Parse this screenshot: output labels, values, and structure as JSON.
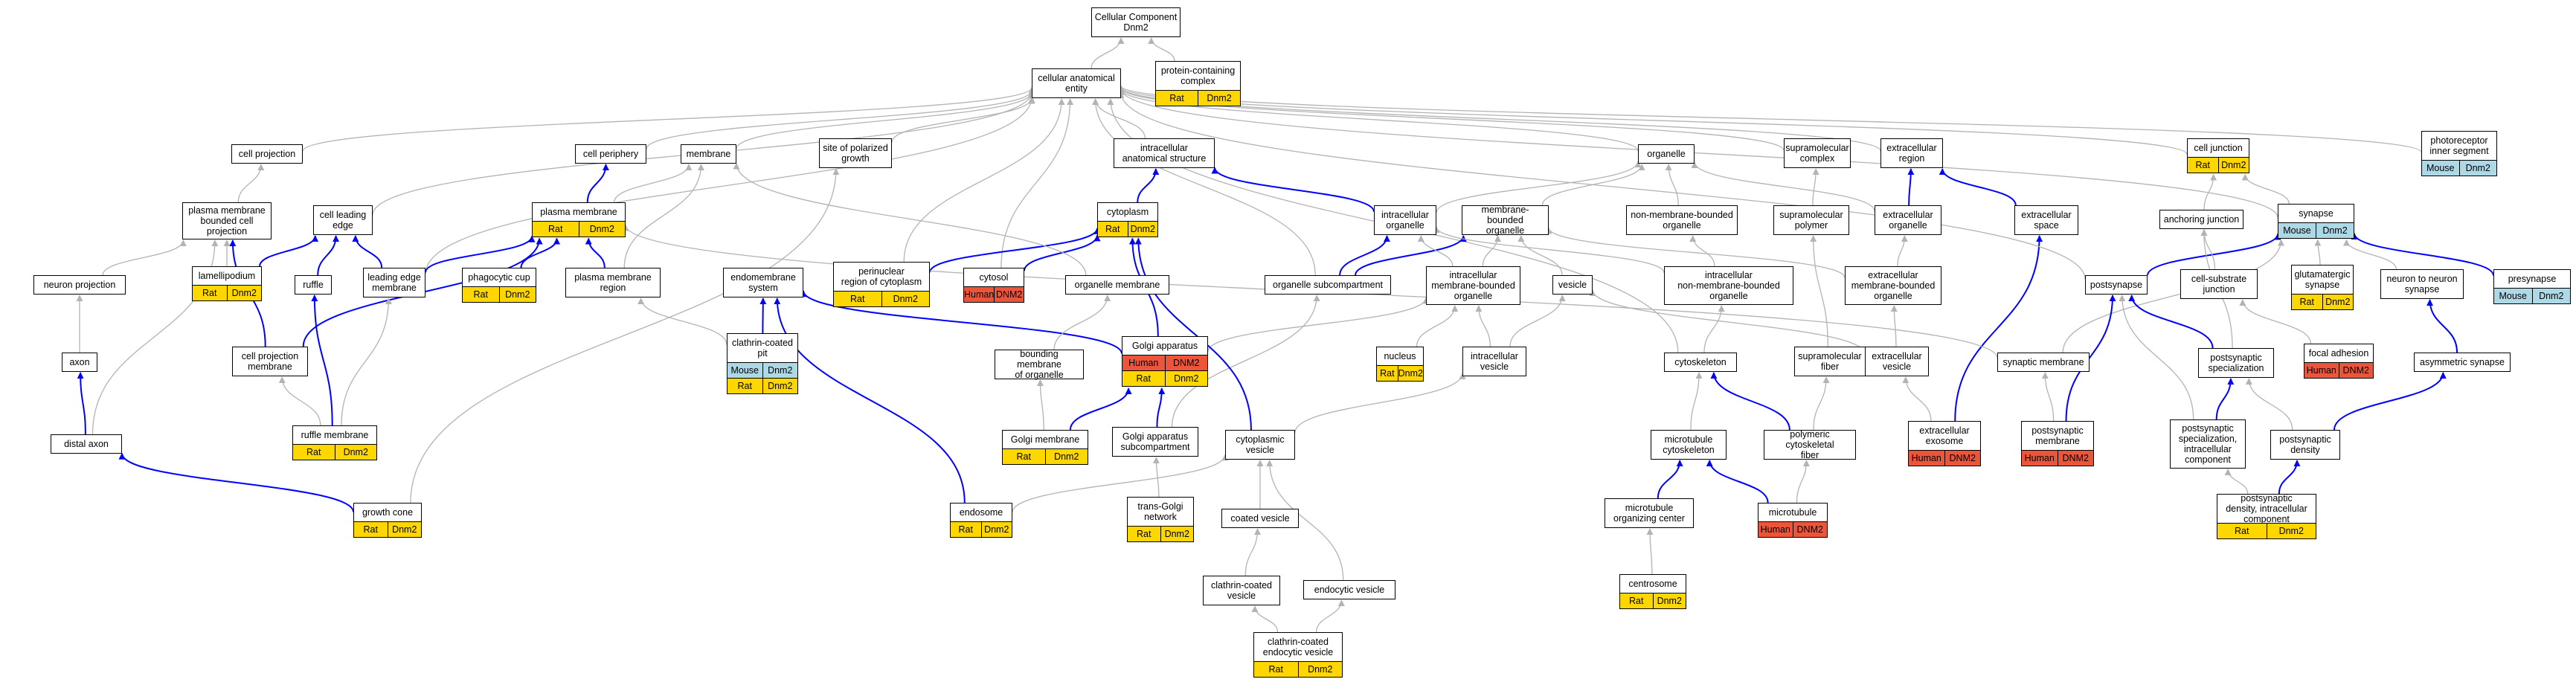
{
  "colors": {
    "rat": "#ffd700",
    "mouse": "#add8e6",
    "human": "#ed553b",
    "gray_edge": "#b3b3b3",
    "blue_edge": "#0000ff"
  },
  "nodes": {
    "root": {
      "label": "Cellular Component\nDnm2"
    },
    "cae": {
      "label": "cellular anatomical\nentity"
    },
    "pcc": {
      "label": "protein-containing\ncomplex",
      "badges": [
        [
          "Rat",
          "Dnm2"
        ]
      ]
    },
    "cellproj": {
      "label": "cell projection"
    },
    "periph": {
      "label": "cell periphery"
    },
    "membrane": {
      "label": "membrane"
    },
    "sopg": {
      "label": "site of polarized\ngrowth"
    },
    "ias": {
      "label": "intracellular\nanatomical structure"
    },
    "organelle": {
      "label": "organelle"
    },
    "supcomplex": {
      "label": "supramolecular\ncomplex"
    },
    "exreg": {
      "label": "extracellular\nregion"
    },
    "junction": {
      "label": "cell junction",
      "badges": [
        [
          "Rat",
          "Dnm2"
        ]
      ]
    },
    "photo": {
      "label": "photoreceptor\ninner segment",
      "badges": [
        [
          "Mouse",
          "Dnm2"
        ]
      ]
    },
    "pmbcp": {
      "label": "plasma membrane\nbounded cell\nprojection"
    },
    "leadedge": {
      "label": "cell leading\nedge"
    },
    "pm": {
      "label": "plasma membrane",
      "badges": [
        [
          "Rat",
          "Dnm2"
        ]
      ]
    },
    "cytoplasm": {
      "label": "cytoplasm",
      "badges": [
        [
          "Rat",
          "Dnm2"
        ]
      ]
    },
    "intraorg": {
      "label": "intracellular\norganelle"
    },
    "mbo": {
      "label": "membrane-bounded\norganelle"
    },
    "nmbo": {
      "label": "non-membrane-bounded\norganelle"
    },
    "suppoly": {
      "label": "supramolecular\npolymer"
    },
    "exorg": {
      "label": "extracellular\norganelle"
    },
    "exspace": {
      "label": "extracellular\nspace"
    },
    "anchoring": {
      "label": "anchoring junction"
    },
    "synapse": {
      "label": "synapse",
      "badges": [
        [
          "Mouse",
          "Dnm2"
        ]
      ]
    },
    "neuronproj": {
      "label": "neuron projection"
    },
    "lamelli": {
      "label": "lamellipodium",
      "badges": [
        [
          "Rat",
          "Dnm2"
        ]
      ]
    },
    "ruffle": {
      "label": "ruffle"
    },
    "lemem": {
      "label": "leading edge\nmembrane"
    },
    "phago": {
      "label": "phagocytic cup",
      "badges": [
        [
          "Rat",
          "Dnm2"
        ]
      ]
    },
    "pmr": {
      "label": "plasma membrane\nregion"
    },
    "endomem": {
      "label": "endomembrane\nsystem"
    },
    "perinuc": {
      "label": "perinuclear\nregion of cytoplasm",
      "badges": [
        [
          "Rat",
          "Dnm2"
        ]
      ]
    },
    "cytosol": {
      "label": "cytosol",
      "badges": [
        [
          "Human",
          "DNM2"
        ]
      ]
    },
    "orgmem": {
      "label": "organelle membrane"
    },
    "orgsub": {
      "label": "organelle subcompartment"
    },
    "imbo": {
      "label": "intracellular\nmembrane-bounded\norganelle"
    },
    "vesicle": {
      "label": "vesicle"
    },
    "inmbo": {
      "label": "intracellular\nnon-membrane-bounded\norganelle"
    },
    "exmbo": {
      "label": "extracellular\nmembrane-bounded\norganelle"
    },
    "postsyn": {
      "label": "postsynapse"
    },
    "csj": {
      "label": "cell-substrate\njunction"
    },
    "glut": {
      "label": "glutamatergic\nsynapse",
      "badges": [
        [
          "Rat",
          "Dnm2"
        ]
      ]
    },
    "n2n": {
      "label": "neuron to neuron\nsynapse"
    },
    "presyn": {
      "label": "presynapse",
      "badges": [
        [
          "Mouse",
          "Dnm2"
        ]
      ]
    },
    "axon": {
      "label": "axon"
    },
    "cpm": {
      "label": "cell projection\nmembrane"
    },
    "ccp": {
      "label": "clathrin-coated\npit",
      "badges": [
        [
          "Mouse",
          "Dnm2"
        ],
        [
          "Rat",
          "Dnm2"
        ]
      ]
    },
    "golgi": {
      "label": "Golgi apparatus",
      "badges": [
        [
          "Human",
          "DNM2"
        ],
        [
          "Rat",
          "Dnm2"
        ]
      ]
    },
    "bmo": {
      "label": "bounding membrane\nof organelle"
    },
    "nucleus": {
      "label": "nucleus",
      "badges": [
        [
          "Rat",
          "Dnm2"
        ]
      ]
    },
    "iv": {
      "label": "intracellular\nvesicle"
    },
    "cytoskel": {
      "label": "cytoskeleton"
    },
    "smf": {
      "label": "supramolecular\nfiber"
    },
    "exves": {
      "label": "extracellular\nvesicle"
    },
    "synmem": {
      "label": "synaptic membrane"
    },
    "pss": {
      "label": "postsynaptic\nspecialization"
    },
    "focal": {
      "label": "focal adhesion",
      "badges": [
        [
          "Human",
          "DNM2"
        ]
      ]
    },
    "asym": {
      "label": "asymmetric synapse"
    },
    "distaxon": {
      "label": "distal axon"
    },
    "rufmem": {
      "label": "ruffle membrane",
      "badges": [
        [
          "Rat",
          "Dnm2"
        ]
      ]
    },
    "golgimem": {
      "label": "Golgi membrane",
      "badges": [
        [
          "Rat",
          "Dnm2"
        ]
      ]
    },
    "gas": {
      "label": "Golgi apparatus\nsubcompartment"
    },
    "cytoves": {
      "label": "cytoplasmic\nvesicle"
    },
    "mtcyto": {
      "label": "microtubule\ncytoskeleton"
    },
    "pcf": {
      "label": "polymeric cytoskeletal\nfiber"
    },
    "exo": {
      "label": "extracellular\nexosome",
      "badges": [
        [
          "Human",
          "DNM2"
        ]
      ]
    },
    "psm": {
      "label": "postsynaptic\nmembrane",
      "badges": [
        [
          "Human",
          "DNM2"
        ]
      ]
    },
    "pssic": {
      "label": "postsynaptic\nspecialization,\nintracellular\ncomponent"
    },
    "psd": {
      "label": "postsynaptic\ndensity"
    },
    "growth": {
      "label": "growth cone",
      "badges": [
        [
          "Rat",
          "Dnm2"
        ]
      ]
    },
    "endosome": {
      "label": "endosome",
      "badges": [
        [
          "Rat",
          "Dnm2"
        ]
      ]
    },
    "tgn": {
      "label": "trans-Golgi\nnetwork",
      "badges": [
        [
          "Rat",
          "Dnm2"
        ]
      ]
    },
    "coatedves": {
      "label": "coated vesicle"
    },
    "mtoc": {
      "label": "microtubule\norganizing center"
    },
    "mt": {
      "label": "microtubule",
      "badges": [
        [
          "Human",
          "DNM2"
        ]
      ]
    },
    "psdic": {
      "label": "postsynaptic\ndensity, intracellular\ncomponent",
      "badges": [
        [
          "Rat",
          "Dnm2"
        ]
      ]
    },
    "ccv": {
      "label": "clathrin-coated\nvesicle"
    },
    "endoves": {
      "label": "endocytic vesicle"
    },
    "centro": {
      "label": "centrosome",
      "badges": [
        [
          "Rat",
          "Dnm2"
        ]
      ]
    },
    "ccev": {
      "label": "clathrin-coated\nendocytic vesicle",
      "badges": [
        [
          "Rat",
          "Dnm2"
        ]
      ]
    }
  },
  "edges": [
    [
      "cae",
      "root",
      "g"
    ],
    [
      "pcc",
      "root",
      "g"
    ],
    [
      "cellproj",
      "cae",
      "g"
    ],
    [
      "periph",
      "cae",
      "g"
    ],
    [
      "membrane",
      "cae",
      "g"
    ],
    [
      "sopg",
      "cae",
      "g"
    ],
    [
      "ias",
      "cae",
      "g"
    ],
    [
      "organelle",
      "cae",
      "g"
    ],
    [
      "supcomplex",
      "cae",
      "g"
    ],
    [
      "exreg",
      "cae",
      "g"
    ],
    [
      "junction",
      "cae",
      "g"
    ],
    [
      "photo",
      "cae",
      "g"
    ],
    [
      "synapse",
      "cae",
      "g"
    ],
    [
      "perinuc",
      "cae",
      "g"
    ],
    [
      "cytosol",
      "cae",
      "g"
    ],
    [
      "orgsub",
      "cae",
      "g"
    ],
    [
      "leadedge",
      "cae",
      "g"
    ],
    [
      "lemem",
      "cae",
      "g"
    ],
    [
      "cytoskel",
      "cae",
      "g"
    ],
    [
      "pmbcp",
      "cellproj",
      "g"
    ],
    [
      "pm",
      "periph",
      "b"
    ],
    [
      "pm",
      "membrane",
      "g"
    ],
    [
      "pmr",
      "membrane",
      "g"
    ],
    [
      "growth",
      "sopg",
      "g"
    ],
    [
      "cytoplasm",
      "ias",
      "b"
    ],
    [
      "intraorg",
      "ias",
      "b"
    ],
    [
      "intraorg",
      "organelle",
      "g"
    ],
    [
      "mbo",
      "organelle",
      "g"
    ],
    [
      "nmbo",
      "organelle",
      "g"
    ],
    [
      "exorg",
      "organelle",
      "g"
    ],
    [
      "suppoly",
      "supcomplex",
      "g"
    ],
    [
      "exspace",
      "exreg",
      "b"
    ],
    [
      "exorg",
      "exreg",
      "b"
    ],
    [
      "anchoring",
      "junction",
      "g"
    ],
    [
      "synapse",
      "junction",
      "g"
    ],
    [
      "neuronproj",
      "pmbcp",
      "g"
    ],
    [
      "lamelli",
      "pmbcp",
      "g"
    ],
    [
      "lamelli",
      "leadedge",
      "b"
    ],
    [
      "ruffle",
      "leadedge",
      "b"
    ],
    [
      "lemem",
      "leadedge",
      "b"
    ],
    [
      "lemem",
      "pm",
      "b"
    ],
    [
      "phago",
      "pm",
      "b"
    ],
    [
      "pmr",
      "pm",
      "b"
    ],
    [
      "cpm",
      "pmbcp",
      "b"
    ],
    [
      "cpm",
      "pm",
      "b"
    ],
    [
      "perinuc",
      "cytoplasm",
      "b"
    ],
    [
      "cytosol",
      "cytoplasm",
      "b"
    ],
    [
      "orgsub",
      "intraorg",
      "b"
    ],
    [
      "orgsub",
      "mbo",
      "b"
    ],
    [
      "imbo",
      "intraorg",
      "g"
    ],
    [
      "imbo",
      "mbo",
      "g"
    ],
    [
      "vesicle",
      "mbo",
      "g"
    ],
    [
      "inmbo",
      "nmbo",
      "g"
    ],
    [
      "inmbo",
      "intraorg",
      "g"
    ],
    [
      "exmbo",
      "exorg",
      "g"
    ],
    [
      "exmbo",
      "mbo",
      "g"
    ],
    [
      "exo",
      "exspace",
      "b"
    ],
    [
      "postsyn",
      "synapse",
      "b"
    ],
    [
      "presyn",
      "synapse",
      "b"
    ],
    [
      "glut",
      "synapse",
      "g"
    ],
    [
      "n2n",
      "synapse",
      "g"
    ],
    [
      "csj",
      "anchoring",
      "g"
    ],
    [
      "focal",
      "csj",
      "g"
    ],
    [
      "asym",
      "n2n",
      "b"
    ],
    [
      "axon",
      "neuronproj",
      "g"
    ],
    [
      "distaxon",
      "axon",
      "b"
    ],
    [
      "distaxon",
      "pmbcp",
      "g"
    ],
    [
      "growth",
      "distaxon",
      "b"
    ],
    [
      "ccp",
      "pmr",
      "g"
    ],
    [
      "ccp",
      "endomem",
      "b"
    ],
    [
      "rufmem",
      "ruffle",
      "b"
    ],
    [
      "rufmem",
      "cpm",
      "g"
    ],
    [
      "rufmem",
      "lemem",
      "g"
    ],
    [
      "golgi",
      "endomem",
      "b"
    ],
    [
      "golgi",
      "imbo",
      "g"
    ],
    [
      "golgi",
      "cytoplasm",
      "b"
    ],
    [
      "endosome",
      "endomem",
      "b"
    ],
    [
      "endosome",
      "cytoves",
      "g"
    ],
    [
      "orgmem",
      "membrane",
      "g"
    ],
    [
      "bmo",
      "orgmem",
      "g"
    ],
    [
      "golgimem",
      "bmo",
      "g"
    ],
    [
      "golgimem",
      "golgi",
      "b"
    ],
    [
      "gas",
      "golgi",
      "b"
    ],
    [
      "gas",
      "orgsub",
      "g"
    ],
    [
      "tgn",
      "gas",
      "g"
    ],
    [
      "cytoves",
      "iv",
      "g"
    ],
    [
      "cytoves",
      "cytoplasm",
      "b"
    ],
    [
      "iv",
      "vesicle",
      "g"
    ],
    [
      "iv",
      "imbo",
      "g"
    ],
    [
      "nucleus",
      "imbo",
      "g"
    ],
    [
      "coatedves",
      "cytoves",
      "g"
    ],
    [
      "ccv",
      "coatedves",
      "g"
    ],
    [
      "ccev",
      "ccv",
      "g"
    ],
    [
      "ccev",
      "endoves",
      "g"
    ],
    [
      "endoves",
      "cytoves",
      "g"
    ],
    [
      "cytoskel",
      "inmbo",
      "g"
    ],
    [
      "smf",
      "suppoly",
      "g"
    ],
    [
      "pcf",
      "smf",
      "g"
    ],
    [
      "pcf",
      "cytoskel",
      "b"
    ],
    [
      "mtcyto",
      "cytoskel",
      "g"
    ],
    [
      "mt",
      "mtcyto",
      "b"
    ],
    [
      "mt",
      "pcf",
      "g"
    ],
    [
      "mtoc",
      "mtcyto",
      "b"
    ],
    [
      "centro",
      "mtoc",
      "g"
    ],
    [
      "exves",
      "exmbo",
      "g"
    ],
    [
      "exves",
      "vesicle",
      "g"
    ],
    [
      "exo",
      "exves",
      "g"
    ],
    [
      "synmem",
      "pm",
      "g"
    ],
    [
      "synmem",
      "synapse",
      "g"
    ],
    [
      "psm",
      "synmem",
      "g"
    ],
    [
      "psm",
      "postsyn",
      "b"
    ],
    [
      "pss",
      "postsyn",
      "b"
    ],
    [
      "pss",
      "anchoring",
      "g"
    ],
    [
      "pssic",
      "pss",
      "b"
    ],
    [
      "pssic",
      "postsyn",
      "g"
    ],
    [
      "psd",
      "pss",
      "g"
    ],
    [
      "psd",
      "asym",
      "b"
    ],
    [
      "psdic",
      "psd",
      "b"
    ],
    [
      "psdic",
      "pssic",
      "g"
    ],
    [
      "postsyn",
      "cae",
      "g"
    ]
  ]
}
